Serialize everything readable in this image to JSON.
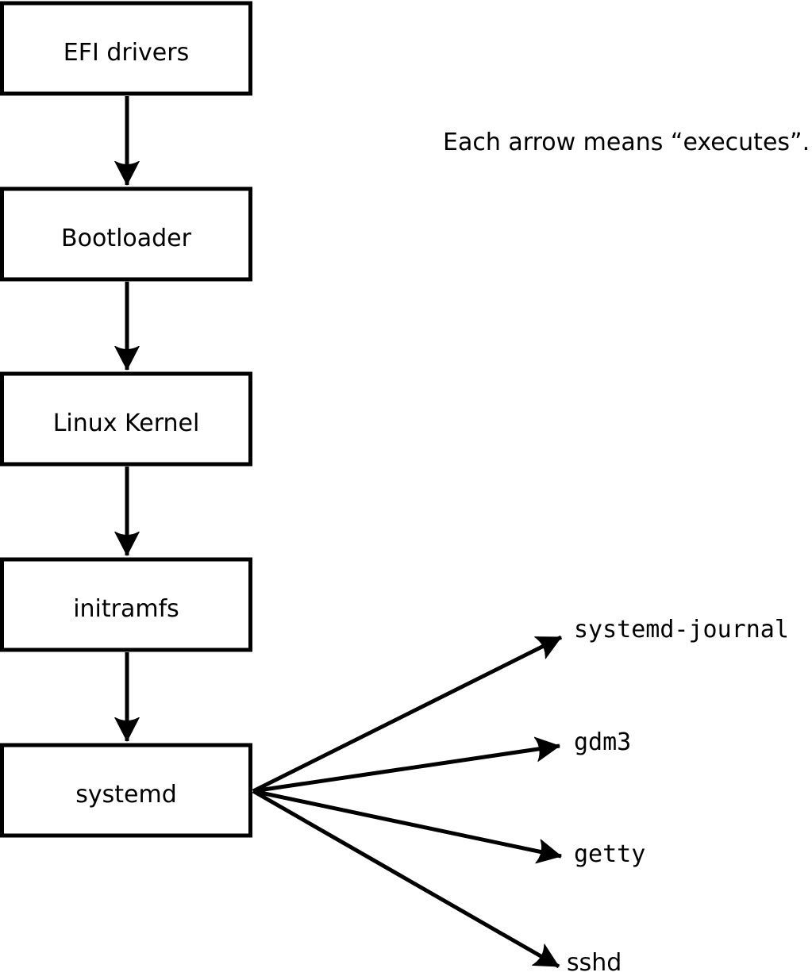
{
  "note": {
    "text": "Each arrow means “executes”."
  },
  "flow": {
    "boxes": [
      {
        "label": "EFI drivers"
      },
      {
        "label": "Bootloader"
      },
      {
        "label": "Linux Kernel"
      },
      {
        "label": "initramfs"
      },
      {
        "label": "systemd"
      }
    ]
  },
  "fanout": {
    "targets": [
      {
        "label": "systemd-journal"
      },
      {
        "label": "gdm3"
      },
      {
        "label": "getty"
      },
      {
        "label": "sshd"
      }
    ]
  },
  "colors": {
    "stroke": "#000000",
    "box_fill": "#ffffff",
    "background": "#ffffff",
    "text": "#000000"
  }
}
